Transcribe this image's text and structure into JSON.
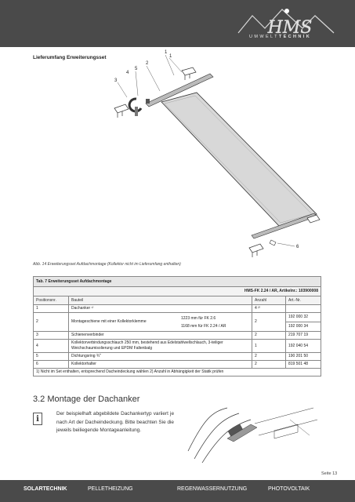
{
  "header": {
    "logo_text": "HMS",
    "logo_sub_light": "UMWELT",
    "logo_sub_bold": "TECHNIK"
  },
  "section_title": "Lieferumfang Erweiterungsset",
  "figure": {
    "callouts": [
      "1",
      "1",
      "2",
      "3",
      "4",
      "5",
      "6"
    ],
    "caption": "Abb. 14  Erweiterungsset Aufdachmontage (Kollektor nicht im Lieferumfang enthalten)"
  },
  "table": {
    "title": "Tab. 7  Erweiterungsset Aufdachmontage",
    "product": "HMS-FK 2.24 / AR, Artikelnr.: 103900008",
    "headers": {
      "pos": "Positionsnr.",
      "part": "Bauteil",
      "qty": "Anzahl",
      "art": "Art.-Nr."
    },
    "rows": [
      {
        "pos": "1",
        "part": "Dachanker ¹⁾",
        "qty": "4 ²⁾",
        "art": ""
      },
      {
        "pos": "2",
        "part": "Montageschiene mit einer Kollektorklemme",
        "sub1": "1223 mm für FK 2.6",
        "sub2": "1168 mm für FK 2.24 / AR",
        "qty": "2",
        "art1": "192 000 32",
        "art2": "192 000 34"
      },
      {
        "pos": "3",
        "part": "Schienenverbinder",
        "qty": "2",
        "art": "219 707 19"
      },
      {
        "pos": "4",
        "part": "Kollektorverbindungsschlauch 250 mm, bestehend aus Edelstahlwellschlauch, 3-teiliger Weichschaumisolierung und EPDM Faltenbalg",
        "qty": "1",
        "art": "192 040 54"
      },
      {
        "pos": "5",
        "part": "Dichtungsring ¾\"",
        "qty": "2",
        "art": "190 201 50"
      },
      {
        "pos": "6",
        "part": "Kollektorhalter",
        "qty": "2",
        "art": "819 501 48"
      }
    ],
    "footnote": "1) Nicht im Set enthalten, entsprechend Dacheindeckung wählen  2) Anzahl in Abhängigkeit der Statik prüfen"
  },
  "section_32": {
    "heading": "3.2 Montage der Dachanker",
    "info": "Der beispielhaft abgebildete Dachankertyp variiert je nach Art der Dacheindeckung. Bitte beachten Sie die jeweils beiliegende Montageanleitung.",
    "icon": "info-icon"
  },
  "page_number": "Seite 13",
  "footer": {
    "brand": "SOLARTECHNIK",
    "items": [
      "PELLETHEIZUNG",
      "REGENWASSERNUTZUNG",
      "PHOTOVOLTAIK"
    ]
  },
  "colors": {
    "header_bg": "#4a4a4a",
    "footer_bg": "#4a4a4a",
    "panel": "#d9d9d9"
  }
}
